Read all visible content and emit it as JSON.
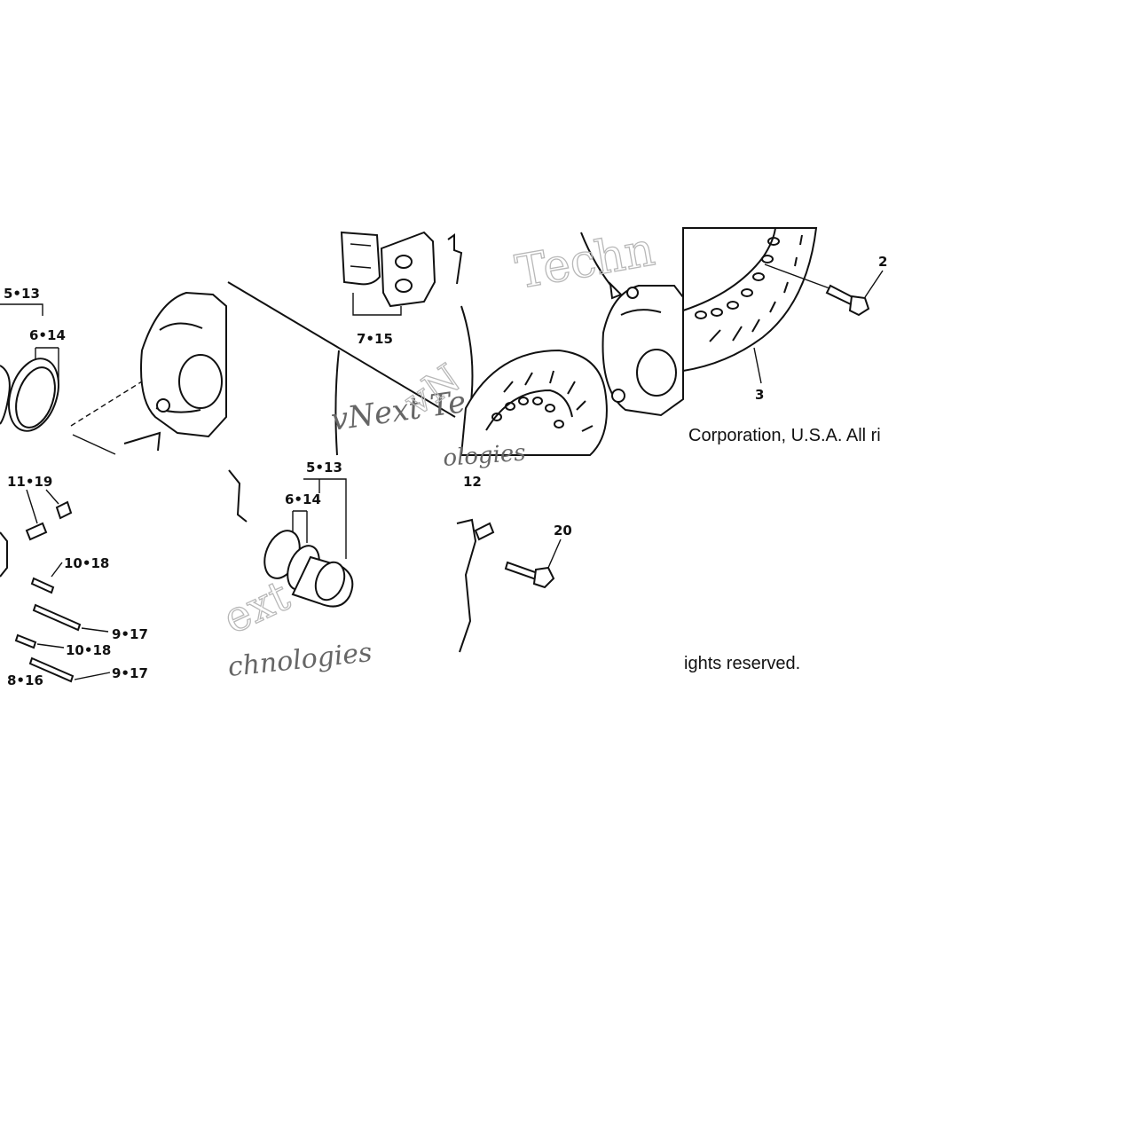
{
  "copyright": {
    "line1": "Corporation, U.S.A. All ri",
    "line2": "ights reserved."
  },
  "watermarks": {
    "tile_a": "Techn",
    "tile_b": "vNext Te",
    "tile_c": "vN",
    "tile_d": "ologies",
    "tile_e": "ext",
    "tile_f": "chnologies"
  },
  "callouts": {
    "c5_13_a": "5•13",
    "c6_14_a": "6•14",
    "c7_15": "7•15",
    "c2": "2",
    "c3": "3",
    "c11_19": "11•19",
    "c10_18_a": "10•18",
    "c9_17_a": "9•17",
    "c10_18_b": "10•18",
    "c9_17_b": "9•17",
    "c8_16": "8•16",
    "c5_13_b": "5•13",
    "c6_14_b": "6•14",
    "c12": "12",
    "c20": "20"
  }
}
